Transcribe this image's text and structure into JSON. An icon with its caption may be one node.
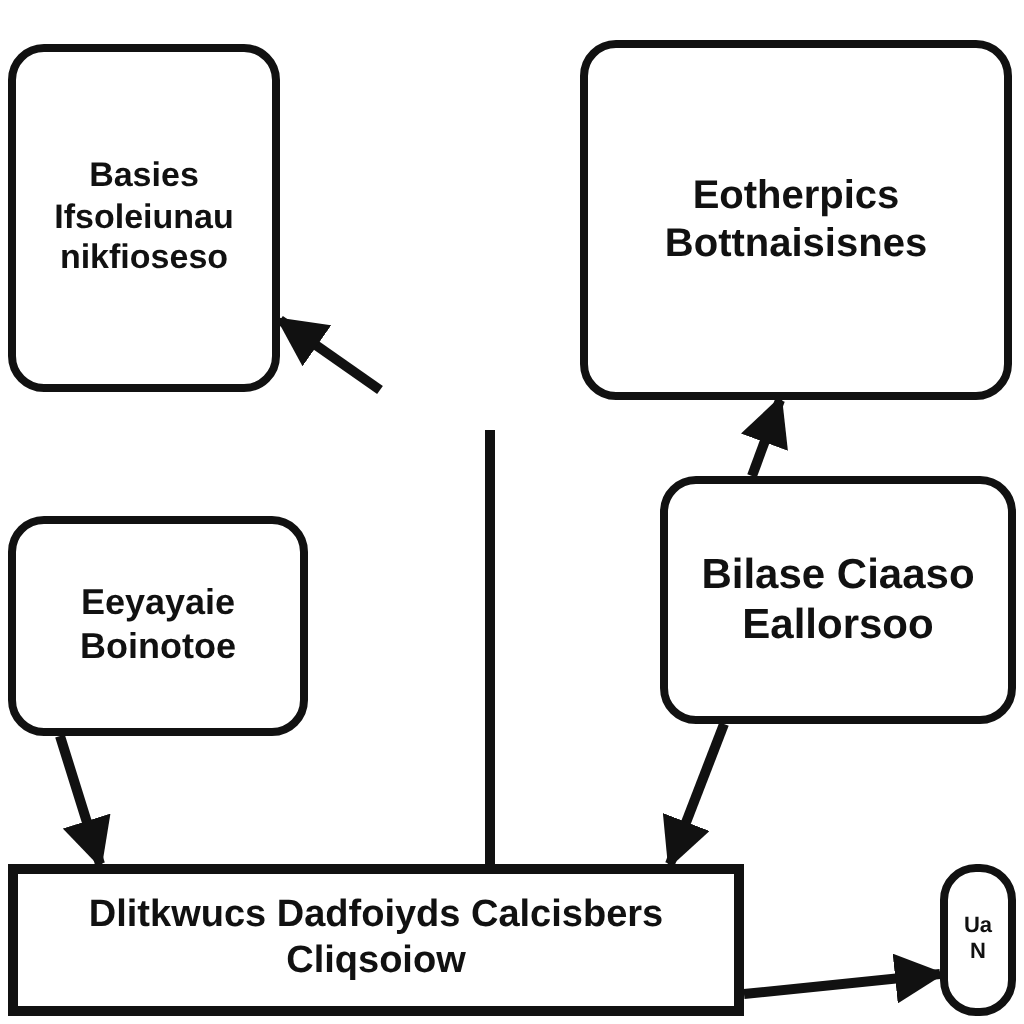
{
  "diagram": {
    "nodes": [
      {
        "text": [
          "Basies Ifsoleiunau nikfioseso"
        ]
      },
      {
        "text": [
          "Eotherpics Bottnaisisnes"
        ]
      },
      {
        "text": [
          "Eeyayaie Boinotoe"
        ]
      },
      {
        "text": [
          "Bilase Ciaaso Eallorsoo"
        ]
      },
      {
        "text": [
          "Dlitkwucs Dadfoiyds Calcisbers Cliqsoiow"
        ]
      },
      {
        "text": [
          "Ua N"
        ]
      }
    ],
    "edges": [
      {
        "from": null,
        "to": 0,
        "arrow": "to"
      },
      {
        "from": 3,
        "to": 1,
        "arrow": "to"
      },
      {
        "from": 2,
        "to": 4,
        "arrow": "to"
      },
      {
        "from": 3,
        "to": 4,
        "arrow": "to"
      },
      {
        "from": null,
        "to": 4,
        "arrow": "none"
      },
      {
        "from": 4,
        "to": 5,
        "arrow": "to"
      }
    ]
  }
}
